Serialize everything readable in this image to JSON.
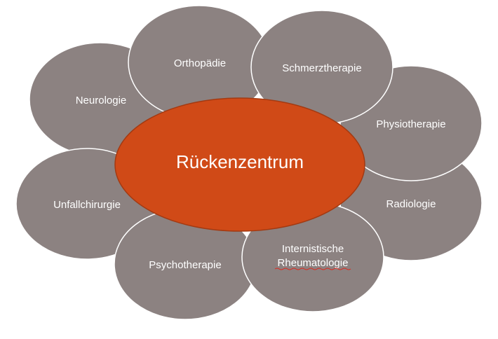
{
  "diagram": {
    "center": "Rückenzentrum",
    "petals": [
      {
        "id": "orthopaedie",
        "lines": [
          "Orthopädie"
        ]
      },
      {
        "id": "schmerztherapie",
        "lines": [
          "Schmerztherapie"
        ]
      },
      {
        "id": "neurologie",
        "lines": [
          "Neurologie"
        ]
      },
      {
        "id": "physiotherapie",
        "lines": [
          "Physiotherapie"
        ]
      },
      {
        "id": "unfallchirurgie",
        "lines": [
          "Unfallchirurgie"
        ]
      },
      {
        "id": "radiologie",
        "lines": [
          "Radiologie"
        ]
      },
      {
        "id": "psychotherapie",
        "lines": [
          "Psychotherapie"
        ]
      },
      {
        "id": "rheumatologie",
        "lines": [
          "Internistische",
          "Rheumatologie"
        ]
      }
    ],
    "colors": {
      "petal": "#8c8281",
      "center": "#d04a17",
      "text": "#ffffff"
    }
  }
}
